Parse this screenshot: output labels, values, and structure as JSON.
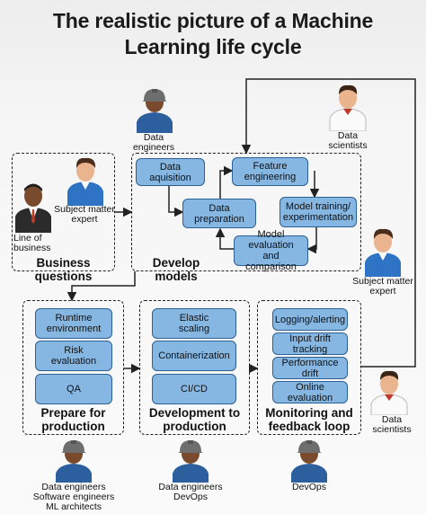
{
  "title_line1": "The realistic picture of a Machine",
  "title_line2": "Learning life cycle",
  "business": {
    "label": "Business questions",
    "line_of_business": "Line of\nbusiness",
    "sme": "Subject matter\nexpert"
  },
  "develop": {
    "label": "Develop models",
    "data_aquisition": "Data\naquisition",
    "feature_engineering": "Feature\nengineering",
    "data_preparation": "Data\npreparation",
    "model_training": "Model training/\nexperimentation",
    "model_evaluation": "Model evaluation\nand comparison"
  },
  "top_people": {
    "data_engineers": "Data\nengineers",
    "data_scientists": "Data\nscientists"
  },
  "right_people": {
    "sme": "Subject matter\nexpert",
    "data_scientists": "Data\nscientists"
  },
  "prepare": {
    "label": "Prepare for\nproduction",
    "items": [
      "Runtime\nenvironment",
      "Risk\nevaluation",
      "QA"
    ]
  },
  "dev": {
    "label": "Development to\nproduction",
    "items": [
      "Elastic\nscaling",
      "Containerization",
      "CI/CD"
    ]
  },
  "monitor": {
    "label": "Monitoring and\nfeedback loop",
    "items": [
      "Logging/alerting",
      "Input drift tracking",
      "Performance drift",
      "Online evaluation"
    ]
  },
  "bottom_people": {
    "left": "Data engineers\nSoftware engineers\nML architects",
    "middle": "Data engineers\nDevOps",
    "right": "DevOps"
  }
}
